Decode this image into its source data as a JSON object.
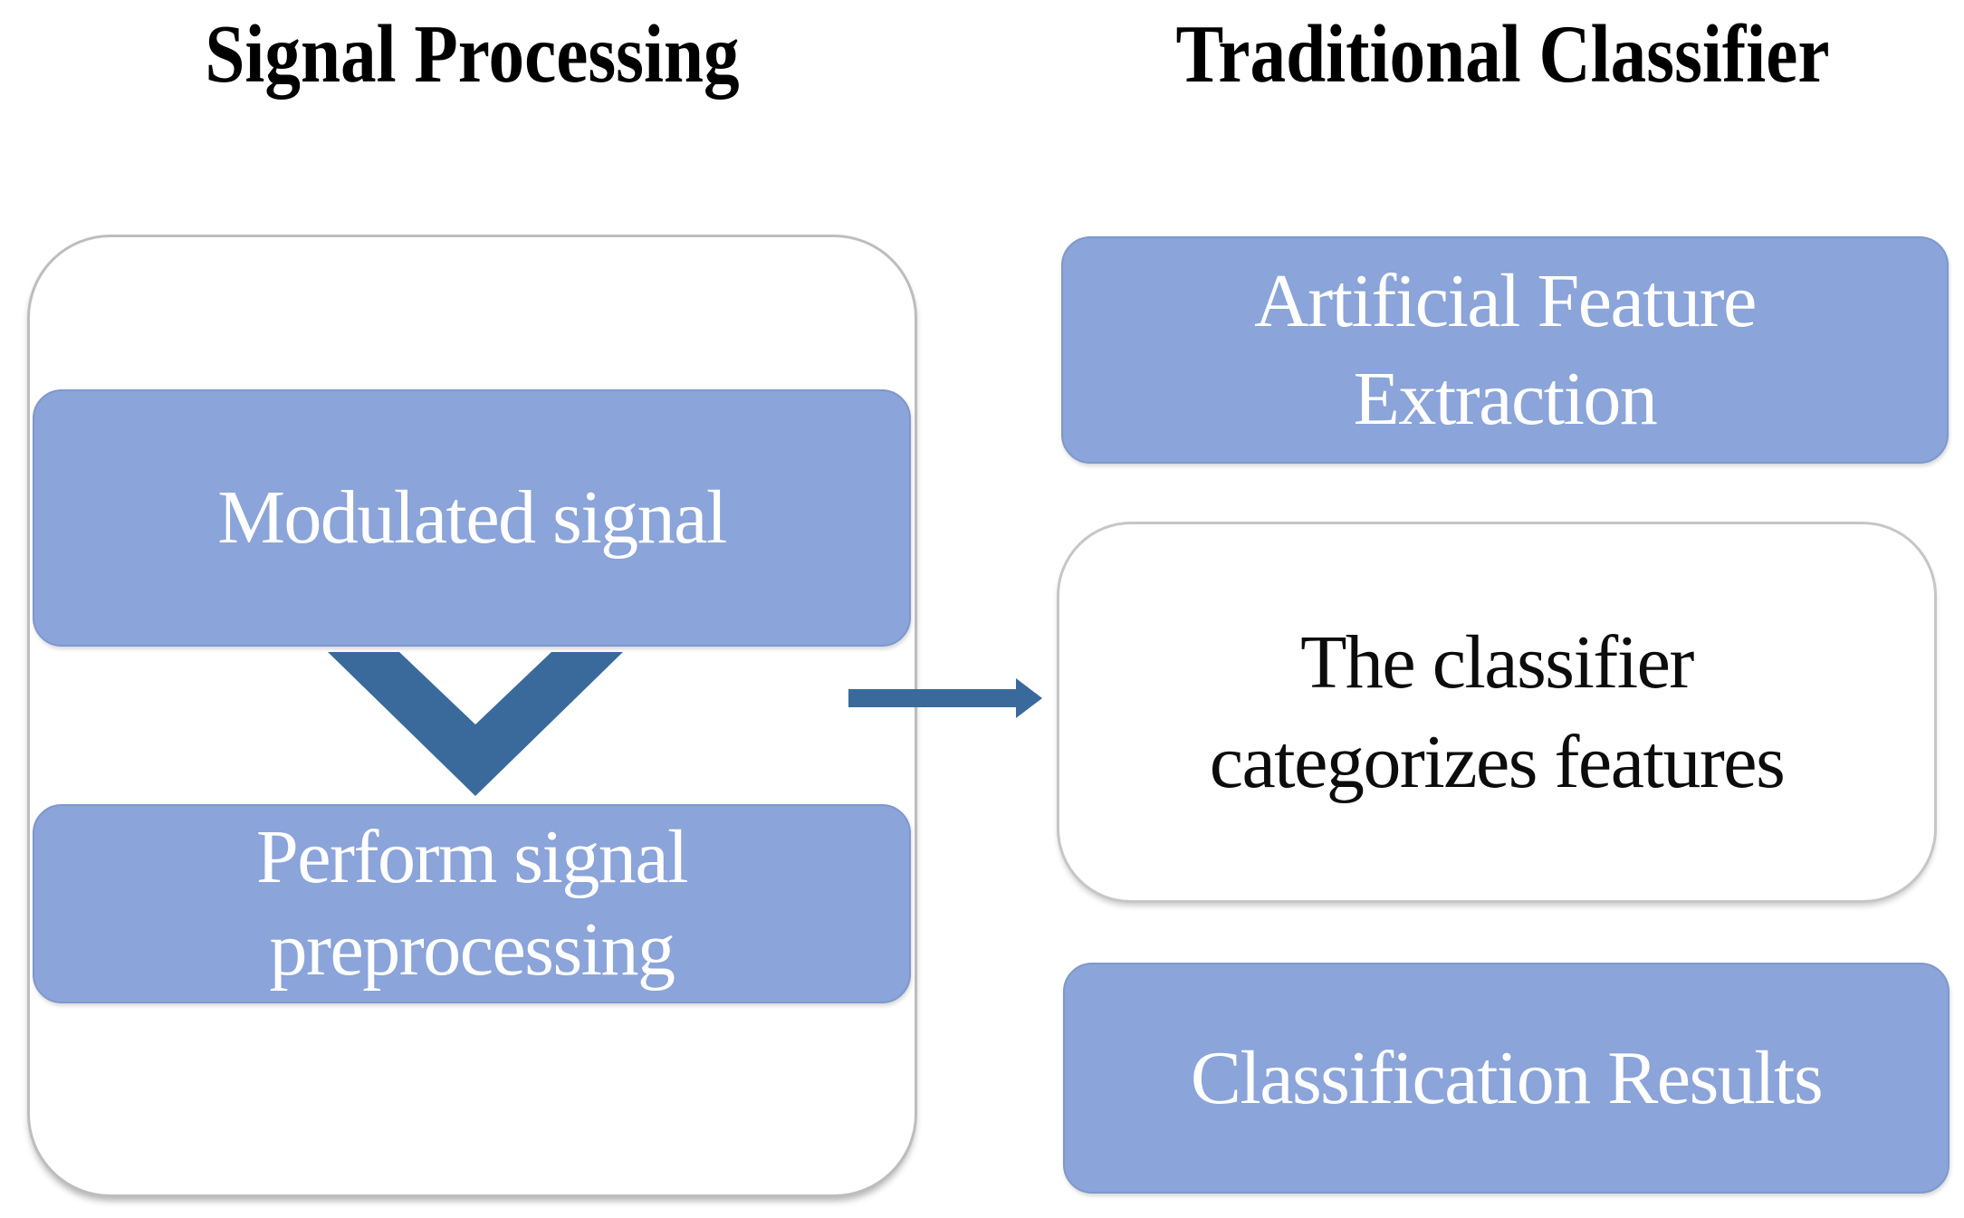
{
  "left_column": {
    "title": "Signal Processing",
    "container": "signal-processing-container",
    "boxes": {
      "modulated": {
        "label": "Modulated signal"
      },
      "preprocess": {
        "label": "Perform signal preprocessing",
        "lines": [
          "Perform signal",
          "preprocessing"
        ]
      }
    },
    "connector_icon": "chevron-down"
  },
  "right_column": {
    "title": "Traditional Classifier",
    "boxes": {
      "feature_extraction": {
        "label": "Artificial Feature Extraction",
        "lines": [
          "Artificial Feature",
          "Extraction"
        ]
      },
      "classifier": {
        "label": "The classifier categorizes features",
        "lines": [
          "The classifier",
          "categorizes features"
        ]
      },
      "results": {
        "label": "Classification Results"
      }
    }
  },
  "flow_arrow_icon": "arrow-right",
  "colors": {
    "box_fill": "#8ba4d9",
    "box_border": "#7e98cc",
    "arrow_fill": "#3a6a9c",
    "container_border": "#bdbdbd",
    "whitebox_border": "#c6c6c6",
    "box_text": "#ffffff",
    "title_text": "#000000"
  }
}
